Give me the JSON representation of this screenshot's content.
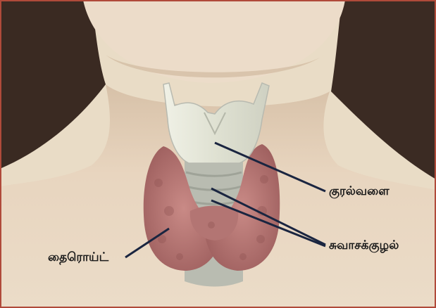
{
  "labels": {
    "larynx": "குரல்வளை",
    "trachea": "சுவாசக்குழல்",
    "thyroid": "தைரொய்ட்"
  },
  "colors": {
    "background": "#e8dcc8",
    "skin": "#e6d2ba",
    "hair": "#3a2a22",
    "thyroid": "#b97a78",
    "cartilage": "#e6e7da",
    "trachea": "#b9bcb1",
    "line": "#1a2540",
    "border": "#b04a3a"
  }
}
